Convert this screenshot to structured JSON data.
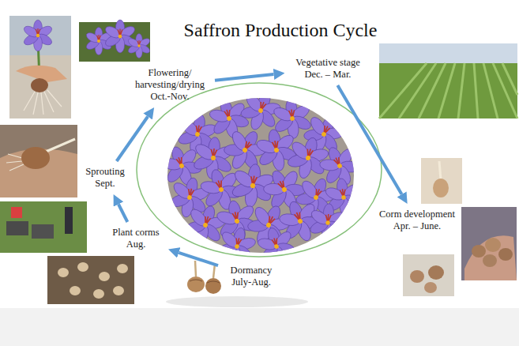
{
  "diagram": {
    "title": "Saffron Production Cycle",
    "nodes": [
      {
        "text": [
          "Flowering/ harvesting/drying Oct.-Nov."
        ]
      },
      {
        "text": [
          "Vegetative stage Dec. – Mar."
        ]
      },
      {
        "text": [
          "Corm development Apr. – June."
        ]
      },
      {
        "text": [
          "Dormancy July-Aug."
        ]
      },
      {
        "text": [
          "Plant corms Aug."
        ]
      },
      {
        "text": [
          "Sprouting Sept."
        ]
      }
    ],
    "edges": [
      {
        "from": 0,
        "to": 1,
        "arrow": "to"
      },
      {
        "from": 1,
        "to": 2,
        "arrow": "to"
      },
      {
        "from": 3,
        "to": 4,
        "arrow": "to"
      },
      {
        "from": 4,
        "to": 5,
        "arrow": "to"
      },
      {
        "from": 5,
        "to": 0,
        "arrow": "to"
      }
    ]
  }
}
